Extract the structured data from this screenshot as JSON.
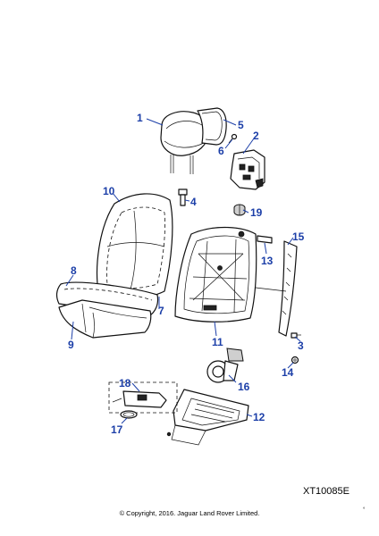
{
  "callouts": [
    {
      "id": "c1",
      "label": "1"
    },
    {
      "id": "c2",
      "label": "2"
    },
    {
      "id": "c3",
      "label": "3"
    },
    {
      "id": "c4",
      "label": "4"
    },
    {
      "id": "c5",
      "label": "5"
    },
    {
      "id": "c6",
      "label": "6"
    },
    {
      "id": "c7",
      "label": "7"
    },
    {
      "id": "c8",
      "label": "8"
    },
    {
      "id": "c9",
      "label": "9"
    },
    {
      "id": "c10",
      "label": "10"
    },
    {
      "id": "c11",
      "label": "11"
    },
    {
      "id": "c12",
      "label": "12"
    },
    {
      "id": "c13",
      "label": "13"
    },
    {
      "id": "c14",
      "label": "14"
    },
    {
      "id": "c15",
      "label": "15"
    },
    {
      "id": "c16",
      "label": "16"
    },
    {
      "id": "c17",
      "label": "17"
    },
    {
      "id": "c18",
      "label": "18"
    },
    {
      "id": "c19",
      "label": "19"
    }
  ],
  "reference_code": "XT10085E",
  "copyright": "© Copyright, 2016. Jaguar Land Rover Limited.",
  "corner_mark": "°",
  "colors": {
    "callout": "#1c3fa8",
    "line": "#111111",
    "background": "#ffffff"
  }
}
